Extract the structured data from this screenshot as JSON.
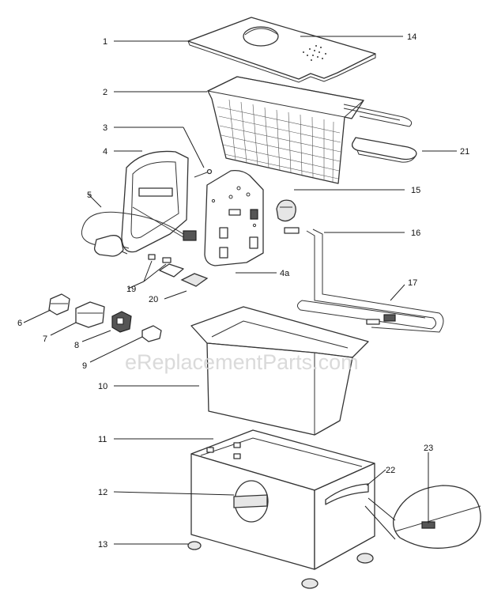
{
  "watermark": "eReplacementParts.com",
  "callouts": [
    {
      "id": "c1",
      "label": "1"
    },
    {
      "id": "c14",
      "label": "14"
    },
    {
      "id": "c2",
      "label": "2"
    },
    {
      "id": "c21",
      "label": "21"
    },
    {
      "id": "c3",
      "label": "3"
    },
    {
      "id": "c4",
      "label": "4"
    },
    {
      "id": "c5",
      "label": "5"
    },
    {
      "id": "c15",
      "label": "15"
    },
    {
      "id": "c16",
      "label": "16"
    },
    {
      "id": "c4a",
      "label": "4a"
    },
    {
      "id": "c17",
      "label": "17"
    },
    {
      "id": "c19",
      "label": "19"
    },
    {
      "id": "c20",
      "label": "20"
    },
    {
      "id": "c6",
      "label": "6"
    },
    {
      "id": "c7",
      "label": "7"
    },
    {
      "id": "c8",
      "label": "8"
    },
    {
      "id": "c9",
      "label": "9"
    },
    {
      "id": "c10",
      "label": "10"
    },
    {
      "id": "c11",
      "label": "11"
    },
    {
      "id": "c12",
      "label": "12"
    },
    {
      "id": "c13",
      "label": "13"
    },
    {
      "id": "c22",
      "label": "22"
    },
    {
      "id": "c23",
      "label": "23"
    }
  ]
}
